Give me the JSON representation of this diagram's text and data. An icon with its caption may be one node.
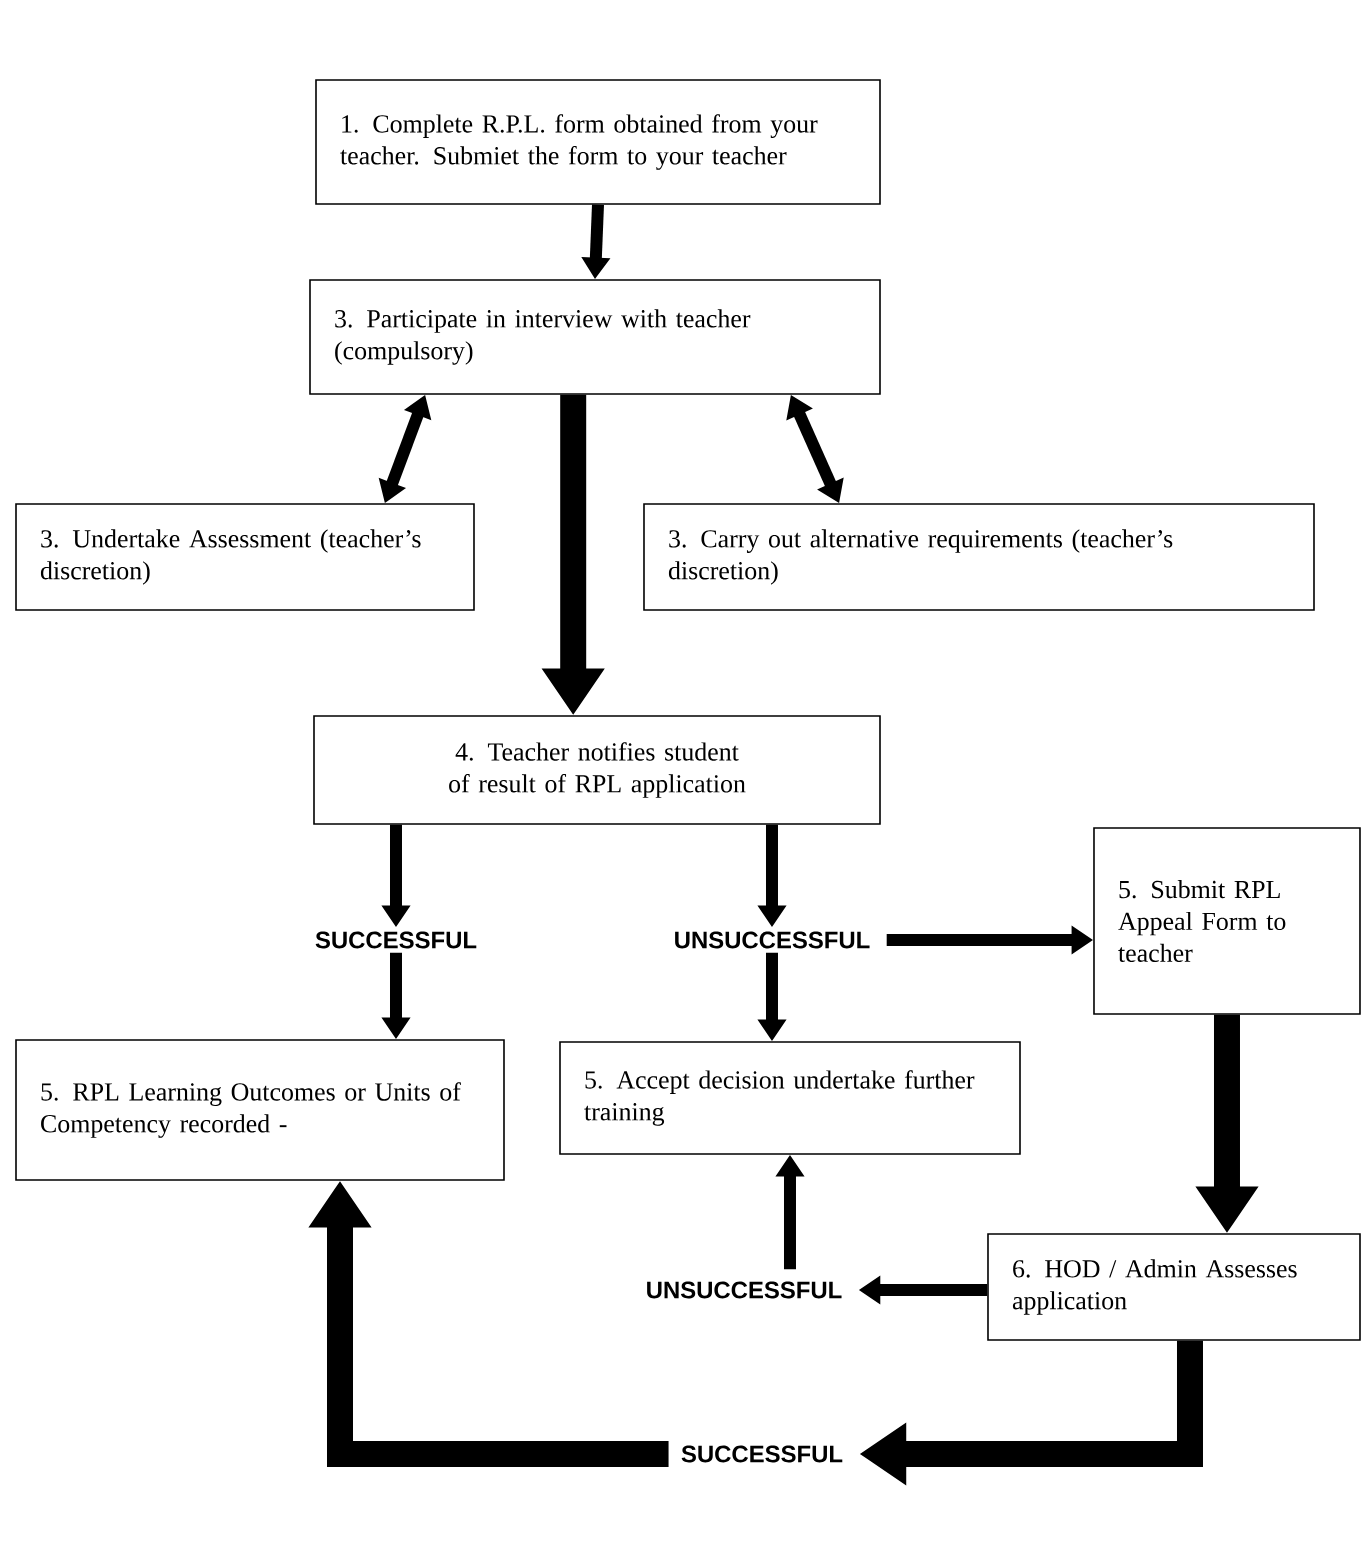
{
  "diagram": {
    "nodes": [
      {
        "text": [
          "1. Complete R.P.L. form obtained from your teacher. Submiet the form to your teacher"
        ]
      },
      {
        "text": [
          "3. Participate in interview with teacher (compulsory)"
        ]
      },
      {
        "text": [
          "3. Undertake Assessment (teacher’s discretion)"
        ]
      },
      {
        "text": [
          "3. Carry out alternative requirements (teacher’s discretion)"
        ]
      },
      {
        "text": [
          "4. Teacher notifies student of result of RPL application"
        ]
      },
      {
        "text": [
          "SUCCESSFUL"
        ]
      },
      {
        "text": [
          "UNSUCCESSFUL"
        ]
      },
      {
        "text": [
          "5. Submit RPL Appeal Form to teacher"
        ]
      },
      {
        "text": [
          "5. RPL Learning Outcomes or Units of Competency recorded -"
        ]
      },
      {
        "text": [
          "5. Accept decision undertake further training"
        ]
      },
      {
        "text": [
          "6. HOD / Admin Assesses application"
        ]
      },
      {
        "text": [
          "UNSUCCESSFUL"
        ]
      },
      {
        "text": [
          "SUCCESSFUL"
        ]
      }
    ],
    "edges": [
      {
        "from": 0,
        "to": 1,
        "arrow": "to"
      },
      {
        "from": 1,
        "to": 2,
        "arrow": "both"
      },
      {
        "from": 1,
        "to": 3,
        "arrow": "both"
      },
      {
        "from": 1,
        "to": 4,
        "arrow": "to",
        "style": "thick"
      },
      {
        "from": 4,
        "to": 5,
        "arrow": "to"
      },
      {
        "from": 4,
        "to": 6,
        "arrow": "to"
      },
      {
        "from": 5,
        "to": 8,
        "arrow": "to"
      },
      {
        "from": 6,
        "to": 9,
        "arrow": "to"
      },
      {
        "from": 6,
        "to": 7,
        "arrow": "to"
      },
      {
        "from": 7,
        "to": 10,
        "arrow": "to",
        "style": "thick"
      },
      {
        "from": 10,
        "to": 11,
        "arrow": "to"
      },
      {
        "from": 11,
        "to": 9,
        "arrow": "to"
      },
      {
        "from": 10,
        "to": 12,
        "arrow": "to",
        "style": "thick"
      },
      {
        "from": 12,
        "to": 8,
        "arrow": "to",
        "style": "thick"
      }
    ]
  }
}
